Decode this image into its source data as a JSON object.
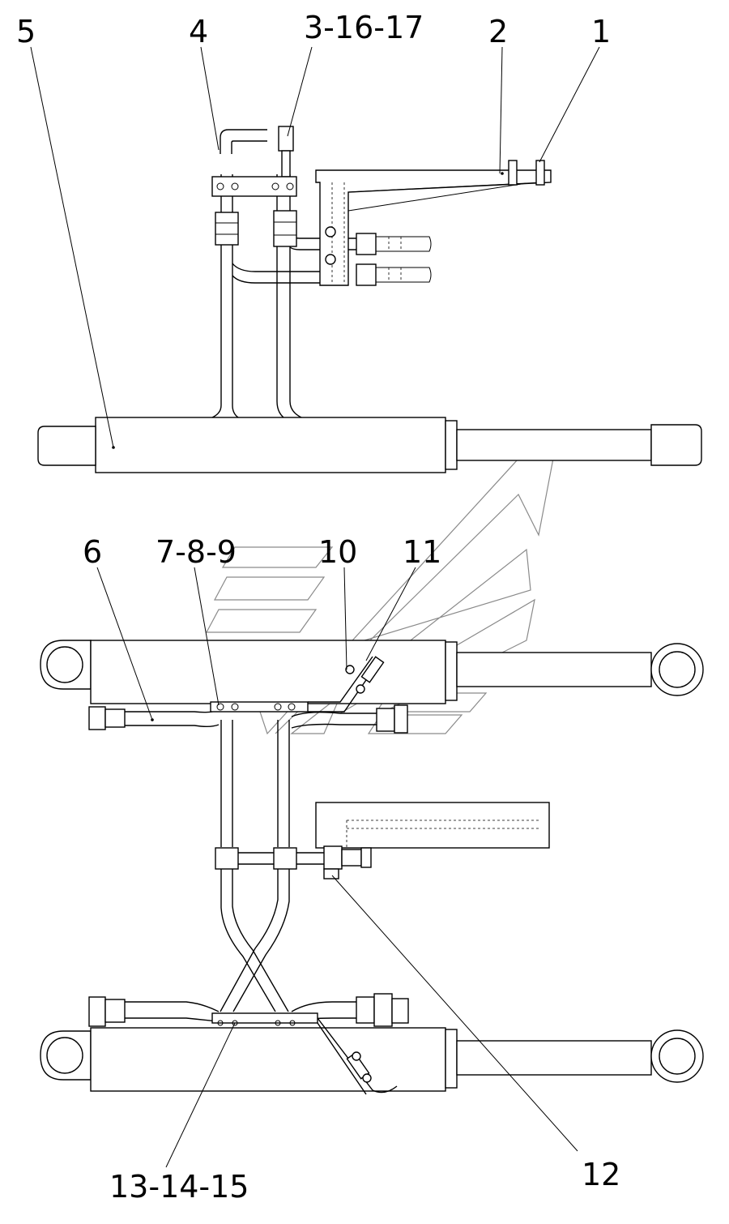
{
  "callouts": {
    "c1": "1",
    "c2": "2",
    "c3": "3-16-17",
    "c4": "4",
    "c5": "5",
    "c6": "6",
    "c7": "7-8-9",
    "c10": "10",
    "c11": "11",
    "c12": "12",
    "c13": "13-14-15"
  }
}
